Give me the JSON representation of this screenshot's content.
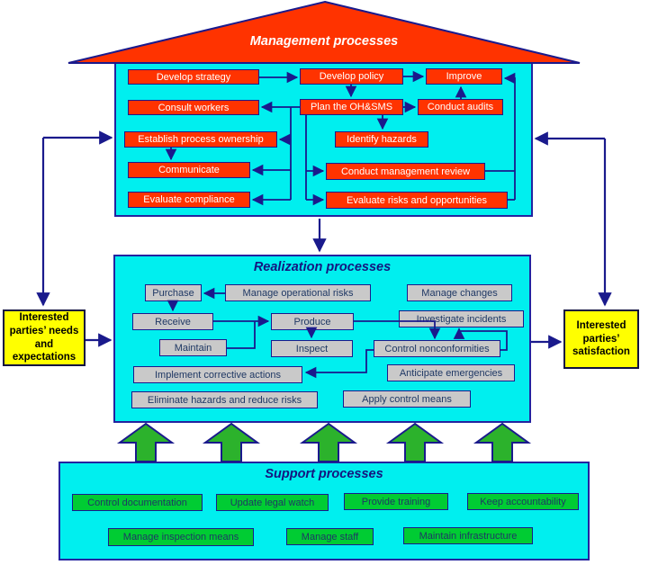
{
  "management": {
    "title": "Management processes",
    "boxes": [
      "Develop strategy",
      "Consult workers",
      "Establish process ownership",
      "Communicate",
      "Evaluate compliance",
      "Develop policy",
      "Improve",
      "Plan the OH&SMS",
      "Conduct audits",
      "Identify hazards",
      "Conduct management review",
      "Evaluate risks and opportunities"
    ]
  },
  "realization": {
    "title": "Realization processes",
    "boxes": [
      "Purchase",
      "Manage operational risks",
      "Manage changes",
      "Receive",
      "Produce",
      "Investigate incidents",
      "Maintain",
      "Inspect",
      "Control nonconformities",
      "Implement corrective actions",
      "Anticipate emergencies",
      "Eliminate hazards and reduce risks",
      "Apply control means"
    ]
  },
  "support": {
    "title": "Support processes",
    "boxes": [
      "Control documentation",
      "Update legal watch",
      "Provide training",
      "Keep accountability",
      "Manage inspection means",
      "Manage staff",
      "Maintain infrastructure"
    ]
  },
  "left_note": "Interested parties’ needs and expectations",
  "right_note": "Interested parties’ satisfaction",
  "colors": {
    "section_fill": "#00efef",
    "section_border": "#2323a0",
    "management_node_fill": "#ff3300",
    "management_node_text": "#ffffff",
    "realization_node_fill": "#c9c9c9",
    "support_node_fill": "#00cc33",
    "node_text_dark": "#1f3864",
    "note_fill": "#ffff00",
    "connector": "#1a1a8c",
    "support_arrow_fill": "#2cb22c",
    "roof_fill": "#ff3300"
  }
}
